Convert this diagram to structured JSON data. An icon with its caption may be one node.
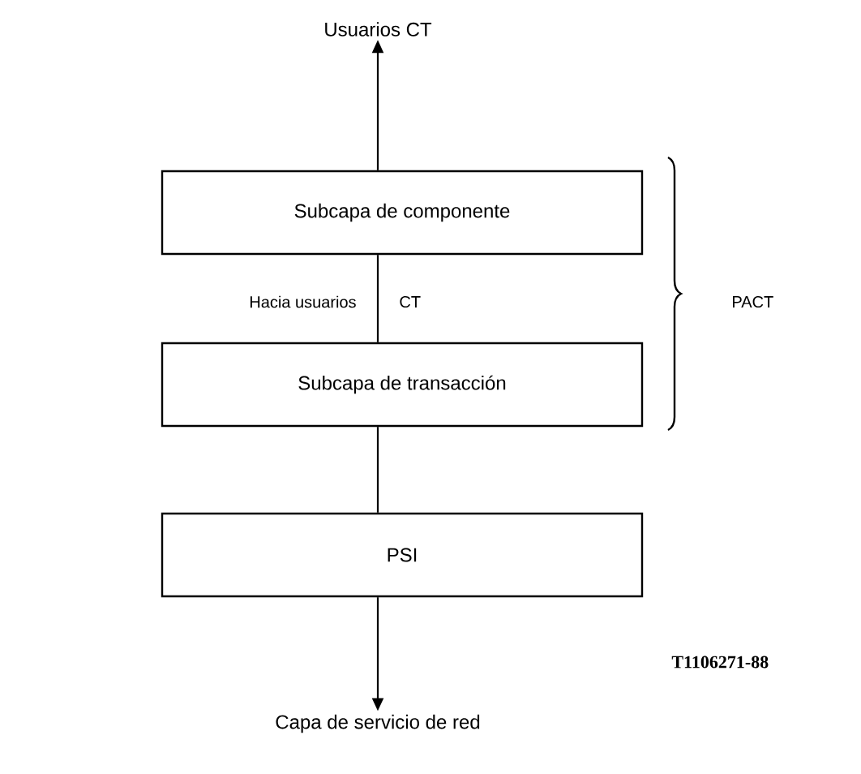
{
  "diagram": {
    "nodes": [
      {
        "text": [
          "Usuarios CT"
        ]
      },
      {
        "text": [
          "Subcapa de componente"
        ]
      },
      {
        "text": [
          "Subcapa de transacción"
        ]
      },
      {
        "text": [
          "PSI"
        ]
      },
      {
        "text": [
          "Capa de servicio de red"
        ]
      }
    ],
    "edges": [
      {
        "from": 1,
        "to": 0,
        "arrow": "to"
      },
      {
        "from": 2,
        "to": 1,
        "arrow": "none"
      },
      {
        "from": 3,
        "to": 2,
        "arrow": "none"
      },
      {
        "from": 3,
        "to": 4,
        "arrow": "to"
      }
    ],
    "labels": [
      "Hacia usuarios",
      "CT",
      "PACT",
      "T1106271-88"
    ]
  }
}
